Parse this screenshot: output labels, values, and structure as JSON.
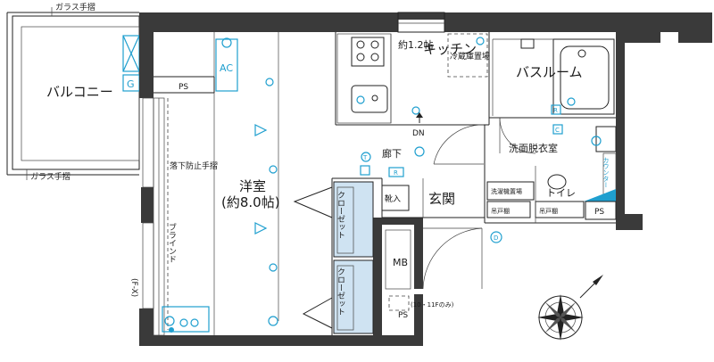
{
  "labels": {
    "glass_rail_top": "ガラス手摺",
    "balcony": "バルコニー",
    "balcony_g": "G",
    "ps_top": "PS",
    "glass_rail_bottom": "ガラス手摺",
    "fall_prevention": "落下防止手摺",
    "blind": "ブラインド",
    "fix": "(F-X)",
    "western_room_1": "洋室",
    "western_room_2": "(約8.0帖)",
    "ac": "AC",
    "closet_1": "クローゼット",
    "closet_2": "クローゼット",
    "kitchen": "キッチン",
    "kitchen_size": "約1.2帖",
    "fridge": "冷蔵庫置場",
    "dn": "DN",
    "hallway": "廊下",
    "entrance": "玄関",
    "shoe_box": "靴入",
    "mb": "MB",
    "ps_mid": "PS",
    "ps_note": "(10・11Fのみ)",
    "bathroom": "バスルーム",
    "washroom": "洗面脱衣室",
    "washing_machine": "洗濯機置場",
    "toilet": "トイレ",
    "hanging_shelf_1": "吊戸棚",
    "hanging_shelf_2": "吊戸棚",
    "counter": "カウンター",
    "ps_right": "PS",
    "r1": "R",
    "r2": "R",
    "c": "C",
    "d": "D",
    "t": "T"
  },
  "colors": {
    "wall": "#3a3a3a",
    "accent": "#1f9fcf",
    "closet_fill": "#cfe3f2"
  },
  "icons": [
    "compass-icon",
    "door-swing-icon",
    "sink-icon",
    "stove-icon",
    "bathtub-icon",
    "toilet-icon",
    "washbasin-icon",
    "light-icon",
    "outlet-icon"
  ]
}
